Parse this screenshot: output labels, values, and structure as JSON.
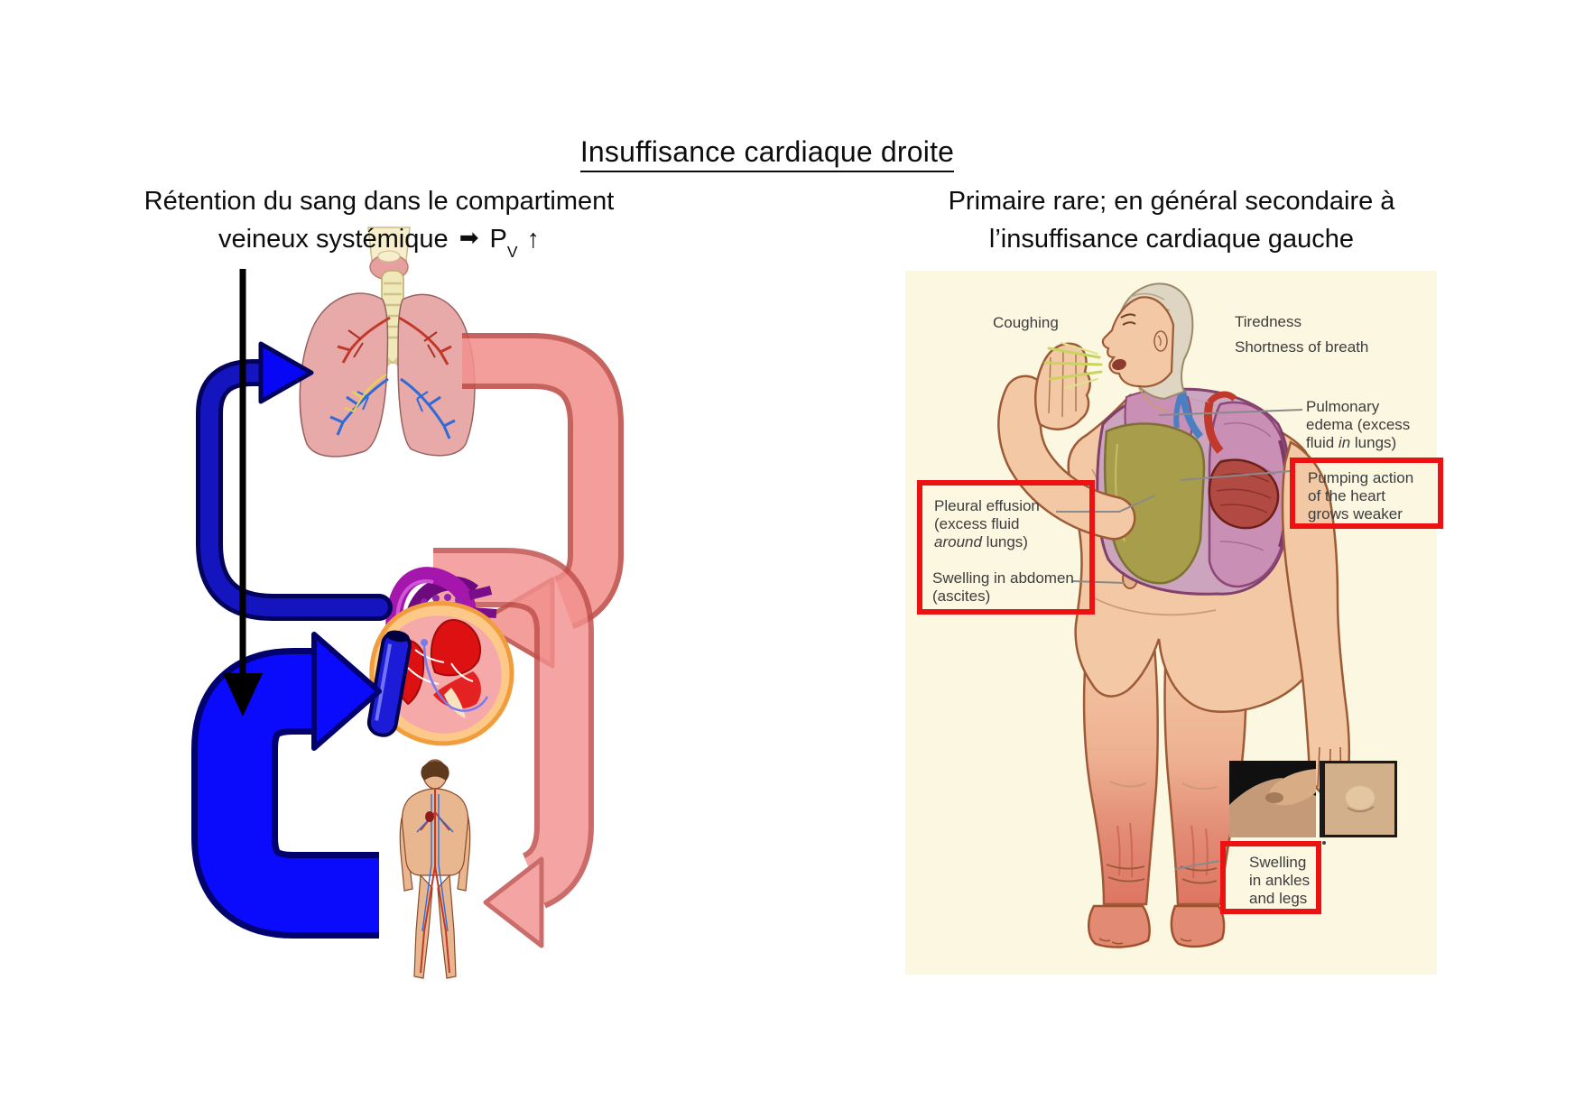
{
  "slide": {
    "title": "Insuffisance cardiaque droite",
    "left_note": {
      "line1": "Rétention du sang dans le compartiment",
      "line2": "veineux systémique",
      "arrow_right": "➡",
      "pressure": "P",
      "pressure_sub": "V",
      "arrow_up": "↑"
    },
    "right_note": {
      "line1": "Primaire rare; en général secondaire à",
      "line2": "l’insuffisance cardiaque gauche"
    }
  },
  "figure": {
    "labels": {
      "coughing": "Coughing",
      "tiredness": "Tiredness",
      "shortness": "Shortness of breath",
      "pulmonary_edema": {
        "line1": "Pulmonary",
        "line2": "edema (excess",
        "line3_pre": "fluid ",
        "line3_italic": "in",
        "line3_post": " lungs)"
      },
      "pumping": {
        "line1": "Pumping action",
        "line2": "of the heart",
        "line3": "grows weaker"
      },
      "pleural": {
        "line1": "Pleural effusion",
        "line2": "(excess fluid",
        "line3_italic": "around",
        "line3_post": " lungs)"
      },
      "abdomen": {
        "line1": "Swelling in abdomen",
        "line2": "(ascites)"
      },
      "ankles": {
        "line1": "Swelling",
        "line2": "in ankles",
        "line3": "and legs"
      }
    },
    "colors": {
      "highlight_box": "#ee1111",
      "panel_background": "#fcf7e1",
      "label_text": "#3d3d3d"
    }
  },
  "diagram": {
    "colors": {
      "venous_dark_loop": "#1515c0",
      "venous_bright_loop": "#0a0afc",
      "arterial_salmon": "#f2918e",
      "arterial_border": "#bf4e4a",
      "flow_black_arrow": "#000000"
    }
  }
}
